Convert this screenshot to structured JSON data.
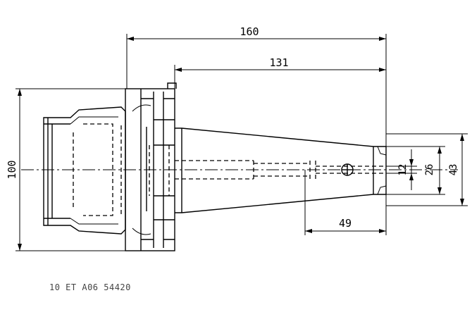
{
  "drawing": {
    "dimensions": {
      "overall_length": "160",
      "gauge_length": "131",
      "flange_diameter": "100",
      "bore_diameter": "12",
      "nose_diameter_inner": "26",
      "nose_diameter_outer": "43",
      "clamping_length": "49"
    },
    "part_number": "10 ET A06 54420"
  }
}
